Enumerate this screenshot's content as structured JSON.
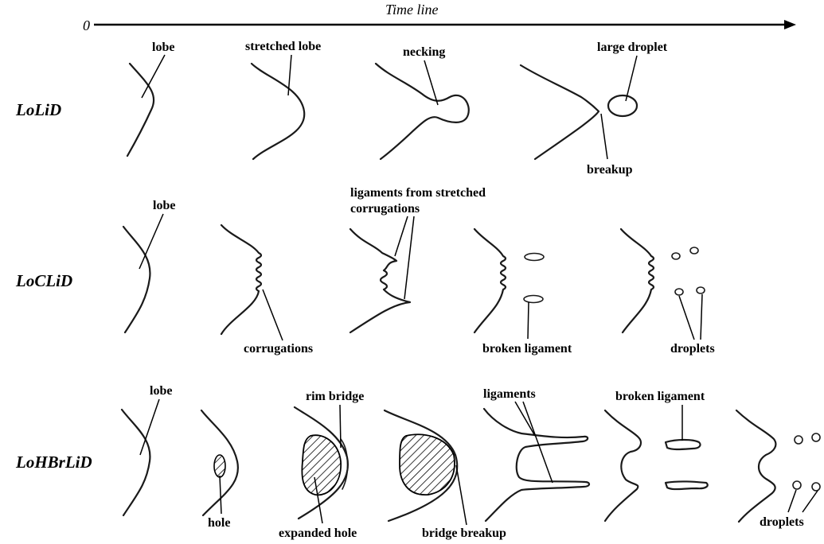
{
  "timeline": {
    "origin": "0",
    "label": "Time line"
  },
  "rows": {
    "loli": {
      "name": "LoLiD",
      "labels": [
        "lobe",
        "stretched lobe",
        "necking",
        "large droplet",
        "breakup"
      ]
    },
    "locli": {
      "name": "LoCLiD",
      "labels": [
        "lobe",
        "ligaments from stretched",
        "corrugations",
        "corrugations",
        "broken ligament",
        "droplets"
      ]
    },
    "lohbrli": {
      "name": "LoHBrLiD",
      "labels": [
        "lobe",
        "hole",
        "rim bridge",
        "expanded hole",
        "bridge breakup",
        "ligaments",
        "broken ligament",
        "droplets"
      ]
    }
  }
}
